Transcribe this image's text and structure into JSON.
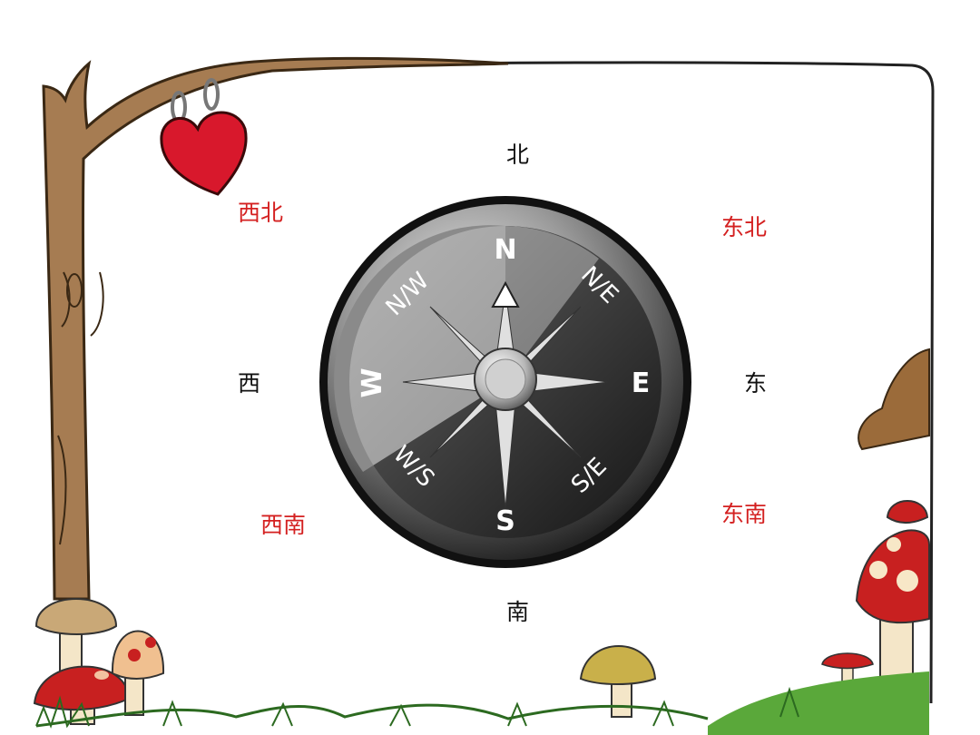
{
  "directions": {
    "north": "北",
    "south": "南",
    "east": "东",
    "west": "西",
    "northeast": "东北",
    "northwest": "西北",
    "southeast": "东南",
    "southwest": "西南"
  },
  "compass": {
    "cardinal": {
      "n": "N",
      "e": "E",
      "s": "S",
      "w": "W"
    },
    "intercardinal": {
      "ne": "N/E",
      "se": "S/E",
      "sw": "W/S",
      "nw": "N/W"
    }
  },
  "colors": {
    "primary_label": "#111111",
    "secondary_label": "#d42020",
    "heart": "#d8182c",
    "trunk": "#a67c52"
  },
  "icons": [
    "tree-branch-icon",
    "heart-icon",
    "compass-icon",
    "mushroom-icon",
    "grass-icon"
  ]
}
